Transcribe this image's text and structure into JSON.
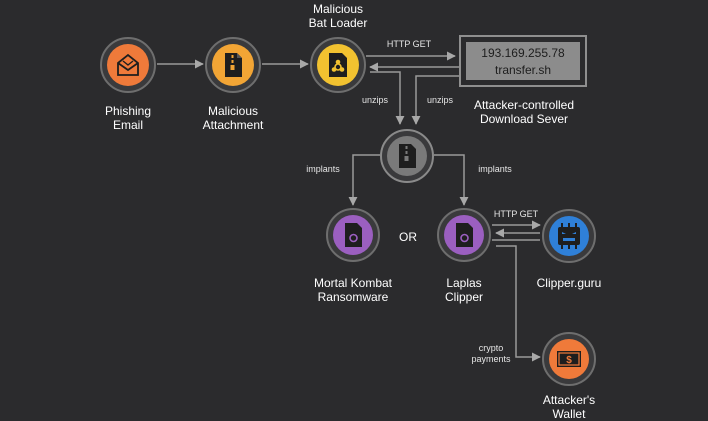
{
  "colors": {
    "background": "#2b2b2d",
    "orange": "#ef7a3a",
    "amber": "#f2a535",
    "yellow": "#f2c230",
    "gray": "#7a7a7a",
    "purple": "#9b5fc0",
    "blue": "#2f80d8",
    "line": "#9a9a9a"
  },
  "nodes": {
    "phishing": {
      "icon": "envelope-icon",
      "label_line1": "Phishing",
      "label_line2": "Email"
    },
    "attachment": {
      "icon": "file-zip-icon",
      "label_line1": "Malicious",
      "label_line2": "Attachment"
    },
    "bat_loader": {
      "icon": "biohazard-file-icon",
      "label_line1": "Malicious",
      "label_line2": "Bat Loader"
    },
    "server": {
      "ip": "193.169.255.78",
      "host": "transfer.sh",
      "label_line1": "Attacker-controlled",
      "label_line2": "Download Sever"
    },
    "archive": {
      "icon": "file-zip-icon"
    },
    "mortal_kombat": {
      "icon": "ransomware-file-icon",
      "label_line1": "Mortal Kombat",
      "label_line2": "Ransomware"
    },
    "laplas": {
      "icon": "clipper-file-icon",
      "label_line1": "Laplas",
      "label_line2": "Clipper"
    },
    "clipper_guru": {
      "icon": "robot-server-icon",
      "label": "Clipper.guru"
    },
    "wallet": {
      "icon": "wallet-dollar-icon",
      "label_line1": "Attacker's",
      "label_line2": "Wallet"
    }
  },
  "edges": {
    "http_get_top": "HTTP GET",
    "unzips_left": "unzips",
    "unzips_right": "unzips",
    "implants_left": "implants",
    "implants_right": "implants",
    "http_get_bottom": "HTTP GET",
    "crypto_line1": "crypto",
    "crypto_line2": "payments"
  },
  "or_text": "OR"
}
